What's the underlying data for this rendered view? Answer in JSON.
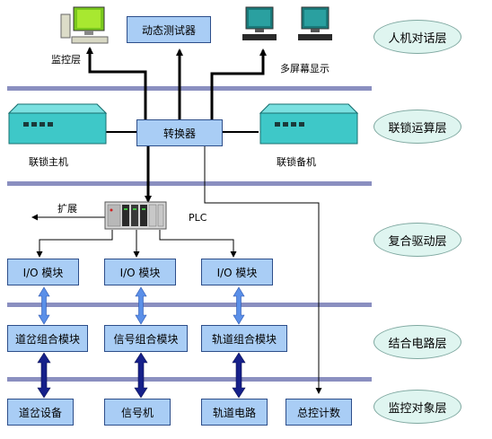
{
  "layers": [
    "人机对话层",
    "联锁运算层",
    "复合驱动层",
    "结合电路层",
    "监控对象层"
  ],
  "top": {
    "monitor_label": "监控层",
    "dynamic_tester": "动态测试器",
    "multi_screen_label": "多屏幕显示"
  },
  "interlock": {
    "converter": "转换器",
    "main_label": "联锁主机",
    "backup_label": "联锁备机"
  },
  "drive": {
    "expand_label": "扩展",
    "plc_label": "PLC",
    "io_modules": [
      "I/O 模块",
      "I/O 模块",
      "I/O 模块"
    ]
  },
  "circuit": {
    "modules": [
      "道岔组合模块",
      "信号组合模块",
      "轨道组合模块"
    ]
  },
  "objects": {
    "items": [
      "道岔设备",
      "信号机",
      "轨道电路",
      "总控计数"
    ]
  },
  "colors": {
    "box_fill": "#a9cdf5",
    "layer_fill": "#dff5f0",
    "bus": "#8a8fc0",
    "host": "#3ec8c8",
    "arrow_light": "#5a8fe8",
    "arrow_dark": "#16208a"
  }
}
